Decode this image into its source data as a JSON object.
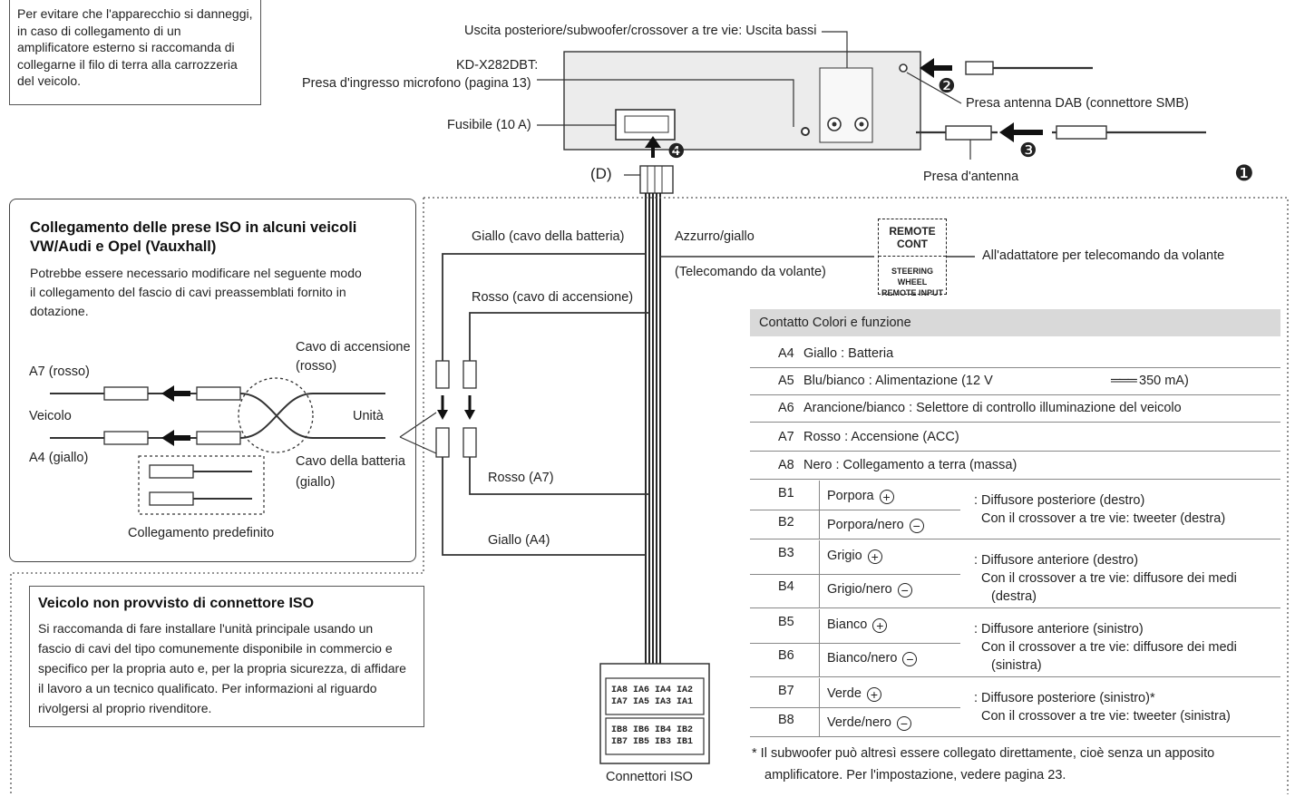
{
  "top_note": "Per evitare che l'apparecchio si danneggi, in caso di collegamento di un amplificatore esterno si raccomanda di collegarne il filo di terra alla carrozzeria del veicolo.",
  "labels": {
    "rear_out": "Uscita posteriore/subwoofer/crossover a tre vie: Uscita bassi",
    "model": "KD-X282DBT:",
    "mic": "Presa d'ingresso microfono (pagina 13)",
    "fuse": "Fusibile (10 A)",
    "dab": "Presa antenna DAB (connettore SMB)",
    "antenna": "Presa d'antenna",
    "d": "(D)",
    "yellow_batt": "Giallo (cavo della batteria)",
    "red_acc": "Rosso (cavo di accensione)",
    "blue_yellow": "Azzurro/giallo",
    "steering": "(Telecomando da volante)",
    "remote_cont": "REMOTE CONT",
    "steering_wheel": "STEERING WHEEL",
    "remote_input": "REMOTE INPUT",
    "adapter": "All'adattatore per telecomando da volante",
    "red_a7": "Rosso (A7)",
    "yellow_a4": "Giallo (A4)",
    "iso_conn": "Connettori ISO",
    "iso_a_top": "IA8 IA6 IA4 IA2",
    "iso_a_bot": "IA7 IA5 IA3 IA1",
    "iso_b_top": "IB8 IB6 IB4 IB2",
    "iso_b_bot": "IB7 IB5 IB3 IB1",
    "n1": "❶",
    "n2": "❷",
    "n3": "❸",
    "n4": "❹"
  },
  "vw_box": {
    "title1": "Collegamento delle prese ISO in alcuni veicoli",
    "title2": "VW/Audi e Opel (Vauxhall)",
    "text1": "Potrebbe essere necessario modificare nel seguente modo",
    "text2": "il collegamento del fascio di cavi preassemblati fornito in",
    "text3": "dotazione.",
    "a7": "A7 (rosso)",
    "veicolo": "Veicolo",
    "a4": "A4 (giallo)",
    "acc1": "Cavo di accensione",
    "acc2": "(rosso)",
    "unita": "Unità",
    "batt1": "Cavo della batteria",
    "batt2": "(giallo)",
    "default": "Collegamento predefinito"
  },
  "noiso_box": {
    "title": "Veicolo non provvisto di connettore ISO",
    "l1": "Si raccomanda di fare installare l'unità principale usando un",
    "l2": "fascio di cavi del tipo comunemente disponibile in commercio e",
    "l3": "specifico per la propria auto e, per la propria sicurezza, di affidare",
    "l4": "il lavoro a un tecnico qualificato. Per informazioni al riguardo",
    "l5": "rivolgersi al proprio rivenditore."
  },
  "table": {
    "header": "Contatto Colori e funzione",
    "simple_rows": [
      {
        "pin": "A4",
        "text": "Giallo  :  Batteria"
      },
      {
        "pin": "A5",
        "text": "Blu/bianco  :  Alimentazione  (12  V",
        "extra": "350 mA)"
      },
      {
        "pin": "A6",
        "text": "Arancione/bianco : Selettore di controllo illuminazione del veicolo"
      },
      {
        "pin": "A7",
        "text": "Rosso  :  Accensione  (ACC)"
      },
      {
        "pin": "A8",
        "text": "Nero : Collegamento a terra (massa)"
      }
    ],
    "speaker_groups": [
      {
        "p1": "B1",
        "c1": "Porpora",
        "s1": "+",
        "p2": "B2",
        "c2": "Porpora/nero",
        "s2": "−",
        "f1": ": Diffusore posteriore (destro)",
        "f2": "Con il crossover a tre vie: tweeter (destra)",
        "f3": ""
      },
      {
        "p1": "B3",
        "c1": "Grigio",
        "s1": "+",
        "p2": "B4",
        "c2": "Grigio/nero",
        "s2": "−",
        "f1": ": Diffusore anteriore (destro)",
        "f2": "Con il crossover a tre vie: diffusore dei medi",
        "f3": "(destra)"
      },
      {
        "p1": "B5",
        "c1": "Bianco",
        "s1": "+",
        "p2": "B6",
        "c2": "Bianco/nero",
        "s2": "−",
        "f1": ": Diffusore anteriore (sinistro)",
        "f2": "Con il crossover a tre vie: diffusore dei medi",
        "f3": "(sinistra)"
      },
      {
        "p1": "B7",
        "c1": "Verde",
        "s1": "+",
        "p2": "B8",
        "c2": "Verde/nero",
        "s2": "−",
        "f1": ": Diffusore posteriore (sinistro)*",
        "f2": "Con il crossover a tre vie: tweeter (sinistra)",
        "f3": ""
      }
    ],
    "footnote1": "*  Il subwoofer può altresì essere collegato direttamente, cioè senza un apposito",
    "footnote2": "amplificatore. Per l'impostazione, vedere pagina 23."
  }
}
